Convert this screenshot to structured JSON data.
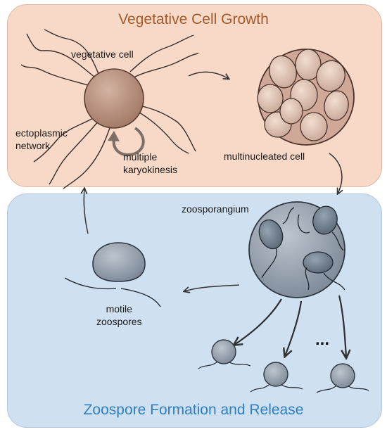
{
  "panels": {
    "top": {
      "title": "Vegetative Cell Growth",
      "color": "#a45a2a",
      "background": "#f8d9c7"
    },
    "bottom": {
      "title": "Zoospore Formation and Release",
      "color": "#2f7fc1",
      "background": "#cfe0f1"
    }
  },
  "labels": {
    "vegetative_cell": "vegetative cell",
    "ectoplasmic_network": "ectoplasmic\nnetwork",
    "multiple_karyokinesis": "multiple\nkaryokinesis",
    "multinucleated_cell": "multinucleated cell",
    "zoosporangium": "zoosporangium",
    "motile_zoospores": "motile\nzoospores",
    "ellipsis": "..."
  }
}
